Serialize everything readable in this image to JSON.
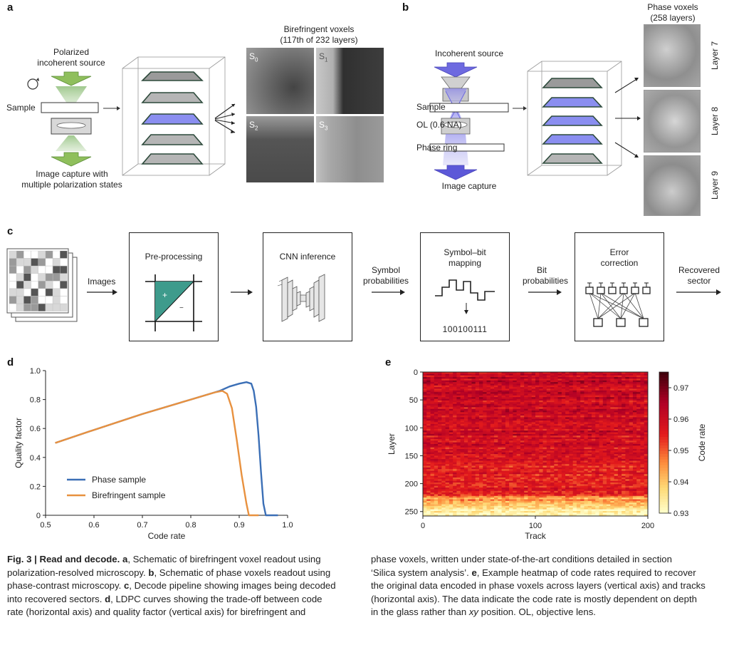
{
  "panels": {
    "a": {
      "label": "a",
      "source_label_1": "Polarized",
      "source_label_2": "incoherent source",
      "sample_label": "Sample",
      "capture_label_1": "Image capture with",
      "capture_label_2": "multiple polarization states",
      "voxels_title_1": "Birefringent voxels",
      "voxels_title_2": "(117th of 232 layers)",
      "tiles": [
        {
          "sym": "S",
          "sub": "0"
        },
        {
          "sym": "S",
          "sub": "1"
        },
        {
          "sym": "S",
          "sub": "2"
        },
        {
          "sym": "S",
          "sub": "3"
        }
      ]
    },
    "b": {
      "label": "b",
      "source_label": "Incoherent source",
      "sample_label": "Sample",
      "ol_label": "OL (0.6 NA)",
      "phase_ring_label": "Phase ring",
      "capture_label": "Image capture",
      "voxels_title_1": "Phase voxels",
      "voxels_title_2": "(258 layers)",
      "layers": [
        "Layer 7",
        "Layer 8",
        "Layer 9"
      ]
    },
    "c": {
      "label": "c",
      "images_label": "Images",
      "preprocessing_title": "Pre-processing",
      "plus": "+",
      "minus": "−",
      "cnn_title": "CNN inference",
      "symbol_prob_1": "Symbol",
      "symbol_prob_2": "probabilities",
      "mapping_title_1": "Symbol–bit",
      "mapping_title_2": "mapping",
      "bits": "100100111",
      "bit_prob_1": "Bit",
      "bit_prob_2": "probabilities",
      "error_title_1": "Error",
      "error_title_2": "correction",
      "recovered_1": "Recovered",
      "recovered_2": "sector"
    },
    "d": {
      "label": "d"
    },
    "e": {
      "label": "e"
    }
  },
  "chart_data": [
    {
      "type": "line",
      "xlabel": "Code rate",
      "ylabel": "Quality factor",
      "xlim": [
        0.5,
        1.0
      ],
      "ylim": [
        0,
        1.0
      ],
      "xticks": [
        "0.5",
        "0.6",
        "0.7",
        "0.8",
        "0.9",
        "1.0"
      ],
      "yticks": [
        "0",
        "0.2",
        "0.4",
        "0.6",
        "0.8",
        "1.0"
      ],
      "legend_position": "bottom-left",
      "grid": false,
      "series": [
        {
          "name": "Phase sample",
          "color": "#3b6fb6",
          "x": [
            0.52,
            0.6,
            0.7,
            0.8,
            0.86,
            0.88,
            0.9,
            0.915,
            0.925,
            0.93,
            0.935,
            0.94,
            0.945,
            0.95,
            0.955,
            0.98
          ],
          "y": [
            0.5,
            0.59,
            0.7,
            0.8,
            0.86,
            0.89,
            0.91,
            0.92,
            0.91,
            0.86,
            0.75,
            0.55,
            0.3,
            0.08,
            0.0,
            0.0
          ]
        },
        {
          "name": "Birefringent sample",
          "color": "#e8913f",
          "x": [
            0.52,
            0.6,
            0.7,
            0.8,
            0.85,
            0.865,
            0.875,
            0.885,
            0.895,
            0.905,
            0.915,
            0.92,
            0.94
          ],
          "y": [
            0.5,
            0.59,
            0.7,
            0.8,
            0.85,
            0.86,
            0.84,
            0.74,
            0.52,
            0.28,
            0.08,
            0.0,
            0.0
          ]
        }
      ]
    },
    {
      "type": "heatmap",
      "xlabel": "Track",
      "ylabel": "Layer",
      "xlim": [
        0,
        200
      ],
      "ylim": [
        0,
        258
      ],
      "xticks": [
        "0",
        "100",
        "200"
      ],
      "yticks": [
        "0",
        "50",
        "100",
        "150",
        "200",
        "250"
      ],
      "colorbar_label": "Code rate",
      "colorbar_range": [
        0.93,
        0.975
      ],
      "colorbar_ticks": [
        "0.97",
        "0.96",
        "0.95",
        "0.94",
        "0.93"
      ],
      "colormap": "YlOrRd-reversed (dark = high code rate)",
      "note": "values mostly vary with layer (depth): rows 0-220 ~0.95-0.97, rows 225-258 ~0.93-0.94"
    }
  ],
  "caption": {
    "left_lines": [
      [
        "Fig. 3 | Read and decode. a",
        ", Schematic of birefringent voxel readout using"
      ],
      [
        "",
        "polarization-resolved microscopy. "
      ],
      [
        "",
        "phase-contrast microscopy. "
      ],
      [
        "",
        "into recovered sectors. "
      ],
      [
        "",
        "rate (horizontal axis) and quality factor (vertical axis) for birefringent and"
      ]
    ],
    "l2_b": "b",
    "l2_rest": ", Schematic of phase voxels readout using",
    "l3_c": "c",
    "l3_rest": ", Decode pipeline showing images being decoded",
    "l4_d": "d",
    "l4_rest": ", LDPC curves showing the trade-off between code",
    "right_lines": [
      "phase voxels, written under state-of-the-art conditions detailed in section",
      "‘Silica system analysis’. ",
      "the original data encoded in phase voxels across layers (vertical axis) and tracks",
      "(horizontal axis). The data indicate the code rate is mostly dependent on depth",
      "in the glass rather than "
    ],
    "r2_e": "e",
    "r2_rest": ", Example heatmap of code rates required to recover",
    "r5_xy": "xy",
    "r5_rest": " position. OL, objective lens."
  }
}
